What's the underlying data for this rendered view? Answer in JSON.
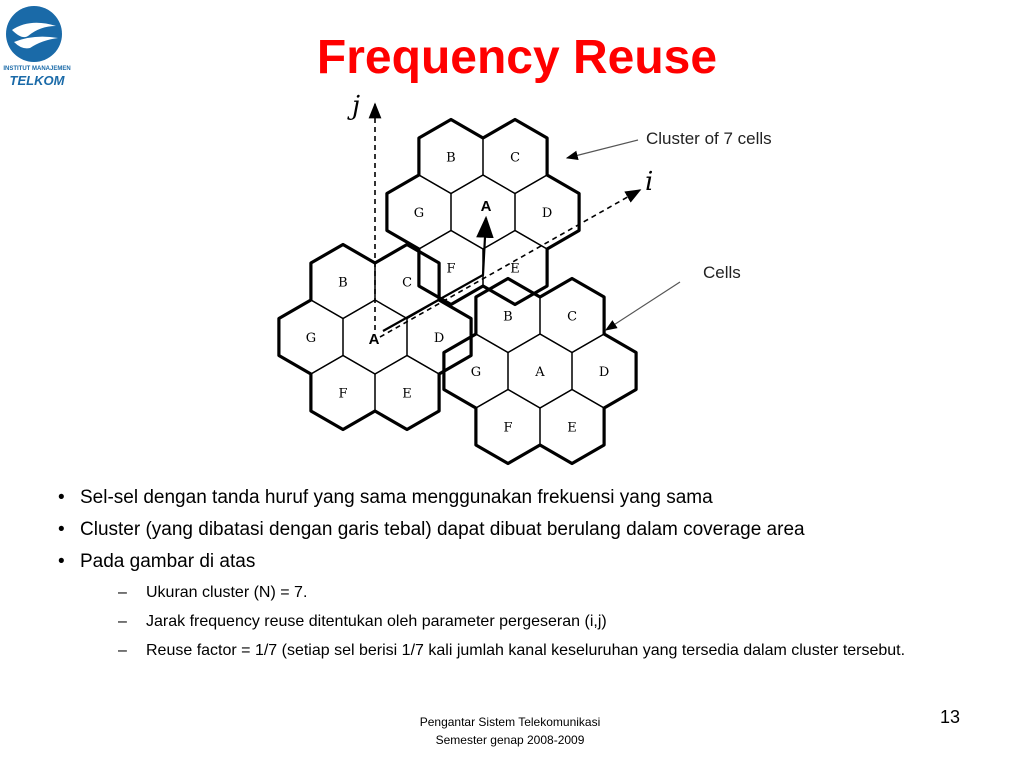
{
  "logo": {
    "line1": "INSTITUT MANAJEMEN",
    "line2": "TELKOM",
    "colors": {
      "outer": "#1a6aa8",
      "inner": "#ffffff"
    }
  },
  "title": "Frequency Reuse",
  "diagram": {
    "axis_j": "j",
    "axis_i": "i",
    "annotation_cluster": "Cluster of 7 cells",
    "annotation_cells": "Cells",
    "marker_top": "A",
    "marker_left": "A",
    "clusters": [
      {
        "center": "A",
        "cells": [
          "B",
          "C",
          "D",
          "E",
          "F",
          "G"
        ]
      },
      {
        "center": "A",
        "cells": [
          "B",
          "C",
          "D",
          "E",
          "F",
          "G"
        ]
      },
      {
        "center": "A",
        "cells": [
          "B",
          "C",
          "D",
          "E",
          "F",
          "G"
        ]
      }
    ]
  },
  "bullets": [
    {
      "text": "Sel-sel dengan tanda huruf yang sama menggunakan frekuensi yang sama",
      "level": 1
    },
    {
      "text": "Cluster (yang dibatasi dengan garis tebal) dapat dibuat berulang dalam coverage area",
      "level": 1
    },
    {
      "text": "Pada gambar di atas",
      "level": 1
    },
    {
      "text": "Ukuran cluster (N) = 7.",
      "level": 2
    },
    {
      "text": "Jarak frequency reuse ditentukan oleh parameter pergeseran (i,j)",
      "level": 2
    },
    {
      "text": "Reuse factor = 1/7 (setiap sel berisi 1/7 kali jumlah kanal keseluruhan yang tersedia dalam cluster tersebut.",
      "level": 2
    }
  ],
  "bullet_symbol": "•",
  "dash_symbol": "–",
  "footer": {
    "line1": "Pengantar Sistem Telekomunikasi",
    "line2": "Semester genap 2008-2009"
  },
  "page_number": "13",
  "colors": {
    "title": "#ff0000",
    "text": "#000000",
    "background": "#ffffff"
  }
}
